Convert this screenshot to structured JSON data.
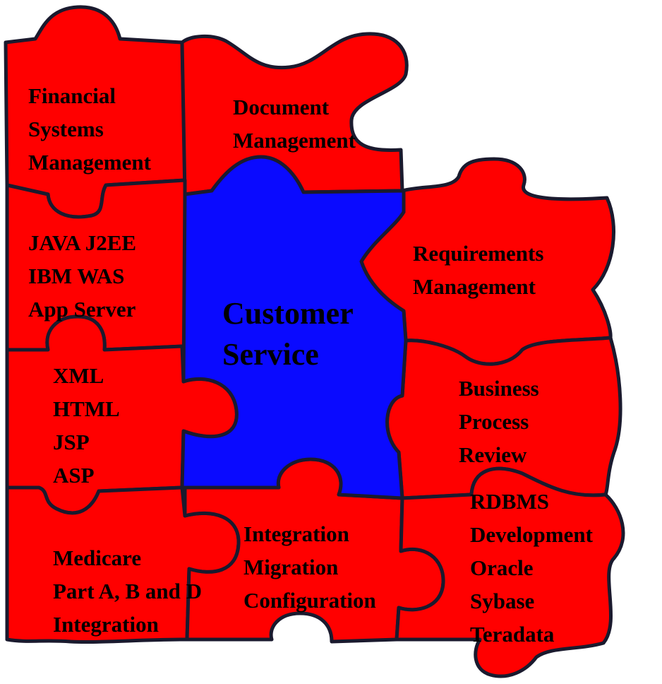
{
  "colors": {
    "piece_fill": "#ff0000",
    "center_fill": "#0a0aff",
    "outline": "#1a1a2e",
    "text": "#000000",
    "background": "#ffffff"
  },
  "pieces": {
    "financial": [
      "Financial",
      "Systems",
      "Management"
    ],
    "document": [
      "Document",
      "Management"
    ],
    "java": [
      "JAVA J2EE",
      "IBM WAS",
      "App Server"
    ],
    "requirements": [
      "Requirements",
      "Management"
    ],
    "customer_service": [
      "Customer",
      "Service"
    ],
    "markup": [
      "XML",
      "HTML",
      "JSP",
      "ASP"
    ],
    "business_process": [
      "Business",
      "Process",
      "Review"
    ],
    "rdbms": [
      "RDBMS",
      "Development",
      "Oracle",
      "Sybase",
      "Teradata"
    ],
    "medicare": [
      "Medicare",
      "Part A, B and D",
      "Integration"
    ],
    "integration": [
      "Integration",
      "Migration",
      "Configuration"
    ]
  }
}
